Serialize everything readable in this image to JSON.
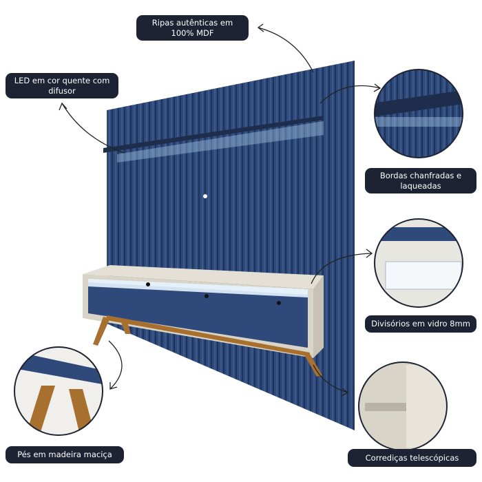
{
  "callouts": {
    "ripas": "Ripas autênticas em 100% MDF",
    "led": "LED em cor quente com difusor",
    "bordas": "Bordas chanfradas e laqueadas",
    "vidro": "Divisórios em vidro 8mm",
    "pes": "Pés em madeira maciça",
    "corredicas": "Corrediças telescópicas"
  },
  "colors": {
    "panel_blue": "#2f4a7a",
    "label_bg": "#1d2333",
    "rack_beige": "#d9d4c8",
    "wood": "#a8702e",
    "led_glow": "#bfe3ff"
  }
}
